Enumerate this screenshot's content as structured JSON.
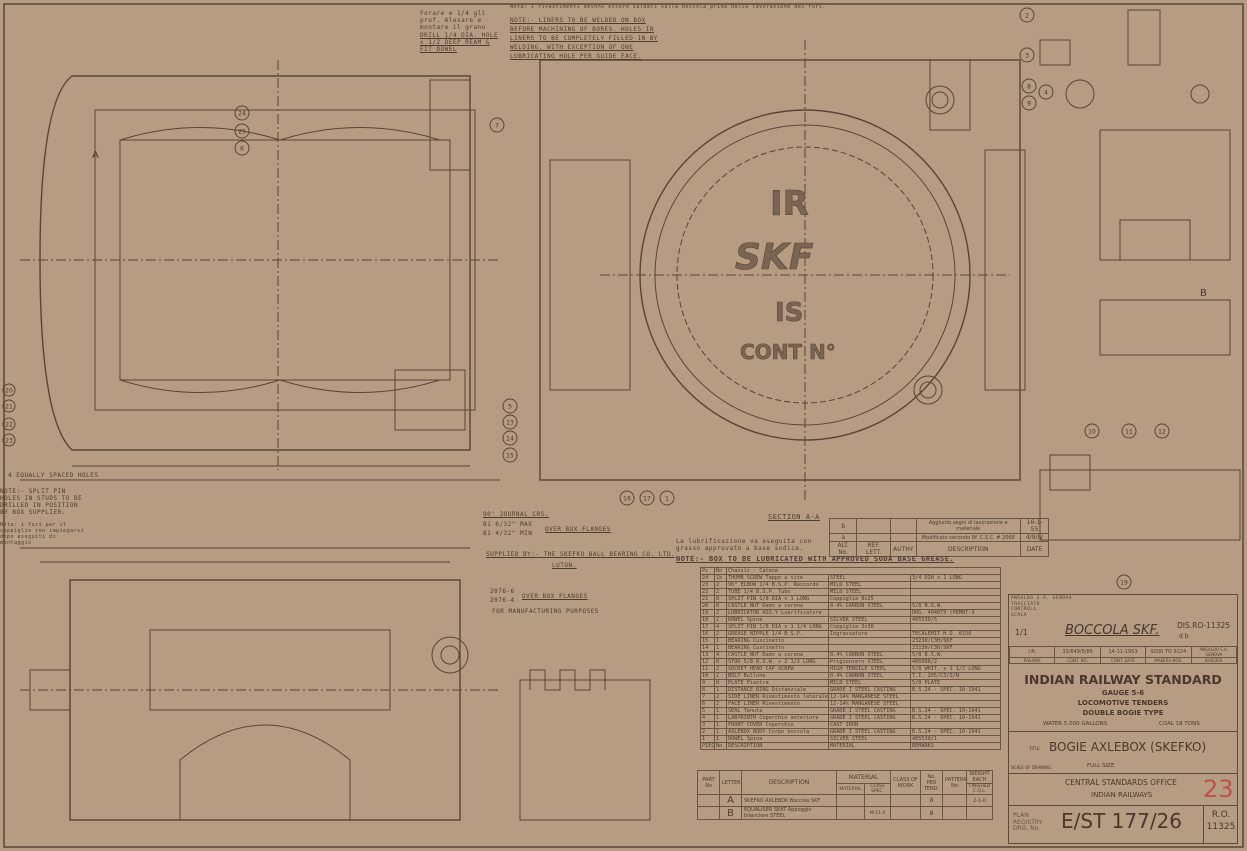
{
  "title_block": {
    "supplier_header": [
      "ANSALDO S.A. GENOVA",
      "TRACCIATO",
      "CONTROLL.",
      "SCALA"
    ],
    "scale": "1/1",
    "italian_title": "BOCCOLA SKF.",
    "disegno_no": "DIS.RO-11325",
    "disegno_sub": "d b",
    "order_row": {
      "railway": "I.R.",
      "cont_no": "33/649/5/86",
      "cont_date": "14-11-1953",
      "makers_nos": "9200 TO 9224",
      "builder": "ANSALDO S.A. GENOVA"
    },
    "order_labels": [
      "RAILWAY",
      "CONT. NO.",
      "CONT. DATE",
      "MAKERS NOS.",
      "BUILDER"
    ],
    "standard": "INDIAN RAILWAY STANDARD",
    "gauge": "GAUGE 5-6",
    "type_line1": "LOCOMOTIVE TENDERS",
    "type_line2": "DOUBLE BOGIE TYPE",
    "water": "WATER 5,000 GALLONS",
    "coal": "COAL 18 TONS",
    "title_label": "TITLE",
    "title": "BOGIE AXLEBOX (SKEFKO)",
    "scale_label": "SCALE OF DRAWING",
    "scale_value": "FULL SIZE",
    "office": "CENTRAL STANDARDS OFFICE",
    "office2": "INDIAN RAILWAYS",
    "sheet_mark": "23",
    "registry_label": "PLAN REGISTRY DRG. No.",
    "drawing_no": "E/ST 177/26",
    "ro_no": "R.O. 11325"
  },
  "alterations": {
    "section_label": "SECTION A-A",
    "rows": [
      {
        "alt": "b",
        "desc": "Aggiunto segni di lavorazione e materiale",
        "date": "16-1-55"
      },
      {
        "alt": "a",
        "desc": "Modificato secondo Rf. C.S.C. # 2068",
        "date": "4/9/IV"
      }
    ],
    "headers": [
      "ALT. No.",
      "REF. LETT.",
      "AUTHY",
      "DESCRIPTION",
      "DATE"
    ]
  },
  "notes": {
    "lubrication_it": "La lubrificazione va eseguita con grasso approvato a base sodica.",
    "lubrication": "NOTE:- BOX TO BE LUBRICATED WITH APPROVED SODA BASE GREASE.",
    "top_note_it": "Nota: I rivestimenti devono essere saldati sulla boccola prima della lavorazione dei fori.",
    "top_note": "NOTE:- LINERS TO BE WELDED ON BOX BEFORE MACHINING OF BORES. HOLES IN LINERS TO BE COMPLETELY FILLED IN BY WELDING, WITH EXCEPTION OF ONE LUBRICATING HOLE PER GUIDE FACE.",
    "drill_note": "DRILL 1/4 DIA. HOLE x 1/2 DEEP REAM & FIT DOWEL",
    "drill_it": "Forare e 1/4 gli prof. Alesare e montare il grano",
    "split_pin_note": "NOTE:- SPLIT PIN HOLES IN STUDS TO BE DRILLED IN POSITION BY BOX SUPPLIER.",
    "split_pin_it": "Nota: i fori per il coppiglie con impiegarsi dopo eseguiti di montaggio",
    "equally_spaced": "4 EQUALLY SPACED HOLES",
    "journal": "90' JOURNAL CRS.",
    "flange1": "81 6/32\" MAX",
    "flange2": "81 4/32\" MIN",
    "over_box_flanges": "OVER BOX FLANGES",
    "supplied_by": "SUPPLIED BY:- THE SKEFKO BALL BEARING CO. LTD.",
    "supplied_city": "LUTON.",
    "manuf1": "2076-6",
    "manuf2": "2076-4",
    "manuf_label": "FOR MANUFACTURING PURPOSES",
    "section_a": "A",
    "section_b": "B",
    "emblem_ir": "IR",
    "emblem_skf": "SKF",
    "emblem_cont": "CONT N°",
    "emblem_is": "IS"
  },
  "parts_list": {
    "header": [
      "Pc",
      "No",
      "DESCRIPTION",
      "MATERIAL",
      "REMARKS"
    ],
    "top_header": "Chassis - Catena",
    "rows": [
      {
        "pc": "24",
        "no": "1b",
        "desc": "THUMB SCREW Tappo a vite",
        "mat": "STEEL",
        "rem": "3/4 DIA x 1 LONG"
      },
      {
        "pc": "23",
        "no": "2",
        "desc": "90° ELBOW 1/4 B.S.P. Raccordo",
        "mat": "MILD STEEL",
        "rem": ""
      },
      {
        "pc": "22",
        "no": "2",
        "desc": "TUBE 1/4 B.S.P. Tubo",
        "mat": "MILD STEEL",
        "rem": ""
      },
      {
        "pc": "21",
        "no": "8",
        "desc": "SPLIT PIN 1/8 DIA x 1 LONG",
        "mat": "Coppiglia 8x25",
        "rem": ""
      },
      {
        "pc": "20",
        "no": "8",
        "desc": "CASTLE NUT Dado a corona",
        "mat": "0.4% CARBON STEEL",
        "rem": "5/8 B.S.W."
      },
      {
        "pc": "19",
        "no": "2",
        "desc": "LUBRICATOR ASS.Y Lubrificatore",
        "mat": "",
        "rem": "DRG. 404073 (PEMBT-3"
      },
      {
        "pc": "18",
        "no": "2",
        "desc": "DOWEL Spina",
        "mat": "SILVER STEEL",
        "rem": "405530/5"
      },
      {
        "pc": "17",
        "no": "4",
        "desc": "SPLIT PIN 1/8 DIA x 1 1/4 LONG",
        "mat": "Coppiglia 3x30",
        "rem": ""
      },
      {
        "pc": "16",
        "no": "2",
        "desc": "GREASE NIPPLE 1/4 B.S.P.",
        "mat": "Ingrassatore",
        "rem": "TECALEMIT H.D. 6150"
      },
      {
        "pc": "15",
        "no": "1",
        "desc": "BEARING Cuscinetto",
        "mat": "",
        "rem": "23230/C3H/SKF"
      },
      {
        "pc": "14",
        "no": "1",
        "desc": "BEARING Cuscinetto",
        "mat": "",
        "rem": "23130/C3H/SKF"
      },
      {
        "pc": "13",
        "no": "4",
        "desc": "CASTLE NUT Dado a corona",
        "mat": "0.4% CARBON STEEL",
        "rem": "5/8 B.S.W."
      },
      {
        "pc": "12",
        "no": "8",
        "desc": "STUD 5/8 B.S.W. x 2 1/2 LONG",
        "mat": "Prigioniero STEEL",
        "rem": "406006/2"
      },
      {
        "pc": "11",
        "no": "2",
        "desc": "SOCKET HEAD CAP SCREW",
        "mat": "HIGH TENSILE STEEL",
        "rem": "5/8 WHIT. x 1 1/2 LONG"
      },
      {
        "pc": "10",
        "no": "2",
        "desc": "BOLT Bullone",
        "mat": "0.4% CARBON STEEL",
        "rem": "T.I. 205/C3/S/N"
      },
      {
        "pc": "9",
        "no": "8",
        "desc": "PLATE Piastra",
        "mat": "MILD STEEL",
        "rem": "5/8 PLATE"
      },
      {
        "pc": "8",
        "no": "1",
        "desc": "DISTANCE RING Distanziale",
        "mat": "GRADE I STEEL CASTING",
        "rem": "B.S.24 - SPEC. 10-1941"
      },
      {
        "pc": "7",
        "no": "2",
        "desc": "SIDE LINER Rivestimento laterale",
        "mat": "12-14% MANGANESE STEEL",
        "rem": ""
      },
      {
        "pc": "6",
        "no": "2",
        "desc": "FACE LINER Rivestimento",
        "mat": "12-14% MANGANESE STEEL",
        "rem": ""
      },
      {
        "pc": "5",
        "no": "1",
        "desc": "SEAL Tenuta",
        "mat": "GRADE I STEEL CASTING",
        "rem": "B.S.24 - SPEC. 10-1941"
      },
      {
        "pc": "4",
        "no": "1",
        "desc": "LABYRINTH Coperchio anteriore",
        "mat": "GRADE I STEEL CASTING",
        "rem": "B.S.24 - SPEC. 10-1941"
      },
      {
        "pc": "3",
        "no": "1",
        "desc": "FRONT COVER Coperchio",
        "mat": "CAST IRON",
        "rem": ""
      },
      {
        "pc": "2",
        "no": "1",
        "desc": "AXLEBOX BODY Corpo boccola",
        "mat": "GRADE I STEEL CASTING",
        "rem": "B.S.24 - SPEC. 10-1941"
      },
      {
        "pc": "1",
        "no": "1",
        "desc": "DOWEL Spina",
        "mat": "SILVER STEEL",
        "rem": "405530/1"
      }
    ],
    "footer": [
      "PIECES",
      "No.",
      "DESCRIPTION",
      "MATERIAL",
      "REMARKS"
    ]
  },
  "bottom_table": {
    "headers": [
      "PART No",
      "LETTER",
      "DESCRIPTION",
      "MATERIAL",
      "CLASS SPEC.",
      "CLASS OF WORK",
      "No. PER TEND.",
      "PATTERN No",
      "WEIGHT EACH"
    ],
    "sub_material": "MATERIAL",
    "weight_sub": "FINISHED C.Q.L.",
    "rows": [
      {
        "letter": "A",
        "desc": "SKEFKO AXLEBOX Boccola SKF",
        "spec": "",
        "per": "8",
        "weight": "2-1-0"
      },
      {
        "letter": "B",
        "desc": "EQUALISER SEAT Appoggio bilanciere STEEL",
        "spec": "M-11-II",
        "per": "8",
        "weight": ""
      }
    ]
  },
  "balloons": [
    "24",
    "25",
    "6",
    "7",
    "5",
    "13",
    "14",
    "15",
    "16",
    "17",
    "1",
    "2",
    "3",
    "4",
    "8",
    "9",
    "10",
    "11",
    "12",
    "19",
    "20",
    "21",
    "22",
    "23"
  ],
  "colors": {
    "paper": "#b59c82",
    "ink": "#4a382b",
    "red": "#c0504a"
  }
}
